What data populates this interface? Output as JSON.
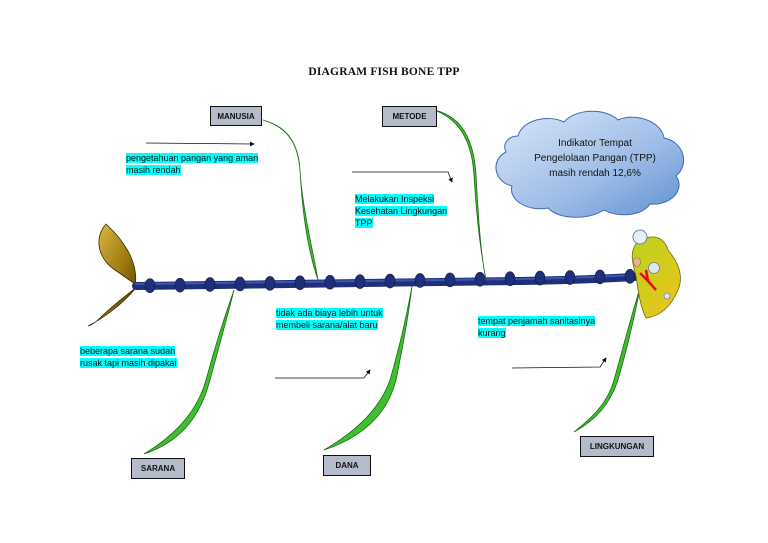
{
  "title": "DIAGRAM FISH BONE TPP",
  "effect": {
    "text": "Indikator Tempat Pengelolaan Pangan (TPP) masih rendah 12,6%",
    "line1": "Indikator Tempat",
    "line2": "Pengelolaan Pangan (TPP)",
    "line3": "masih rendah 12,6%"
  },
  "categories": {
    "manusia": "MANUSIA",
    "metode": "METODE",
    "sarana": "SARANA",
    "dana": "DANA",
    "lingkungan": "LINGKUNGAN"
  },
  "causes": {
    "manusia": "pengetahuan pangan yang aman masih rendah",
    "metode": "Melakukan Inspeksi Kesehatan Lingkungan TPP",
    "sarana": "beberapa sarana sudah rusak tapi masih dipakai",
    "dana": "tidak ada biaya lebih untuk membeli sarana/alat baru",
    "lingkungan": "tempat penjamah sanitasinya kurang"
  },
  "colors": {
    "spine": "#1f2f7a",
    "bone": "#3fbf2f",
    "tail": "#b08a10",
    "head": "#c9d21a",
    "highlight": "#00ffff",
    "cloud": "#8fb2e2",
    "category_box": "#b4bccb"
  }
}
